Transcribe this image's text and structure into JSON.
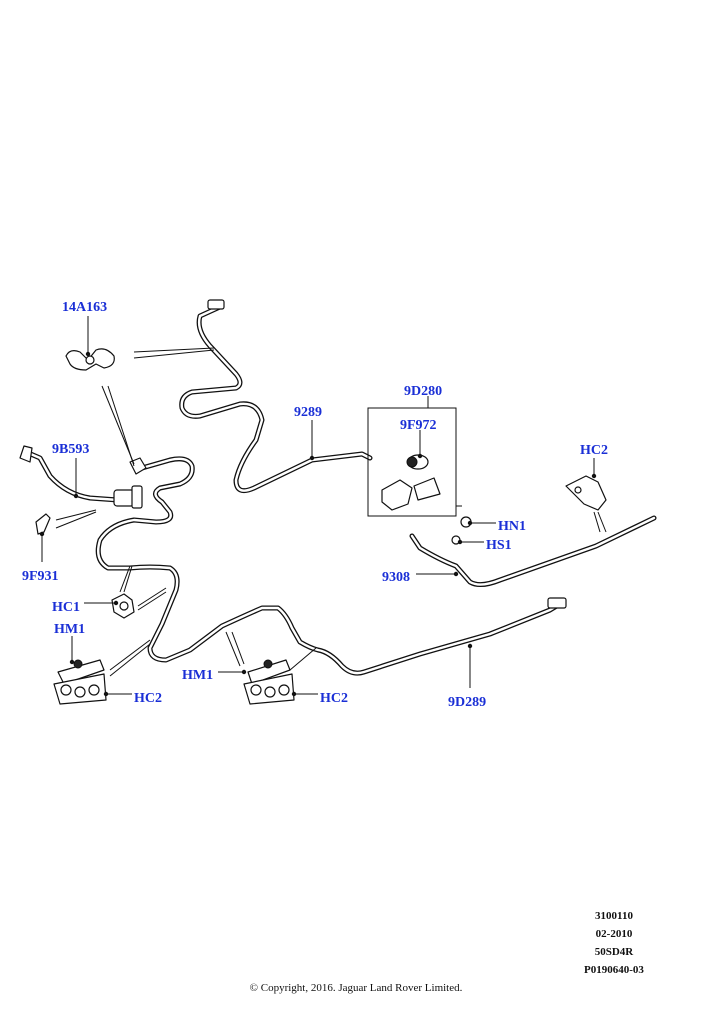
{
  "callouts": {
    "c_14A163": "14A163",
    "c_9B593": "9B593",
    "c_9F931": "9F931",
    "c_HC1": "HC1",
    "c_HM1_left": "HM1",
    "c_HC2_left": "HC2",
    "c_HM1_mid": "HM1",
    "c_HC2_mid": "HC2",
    "c_9289": "9289",
    "c_9D280": "9D280",
    "c_9F972": "9F972",
    "c_HC2_right": "HC2",
    "c_HN1": "HN1",
    "c_HS1": "HS1",
    "c_9308": "9308",
    "c_9D289": "9D289"
  },
  "meta": {
    "line1": "3100110",
    "line2": "02-2010",
    "line3": "50SD4R",
    "line4": "P0190640-03"
  },
  "copyright": "© Copyright, 2016. Jaguar Land Rover Limited."
}
